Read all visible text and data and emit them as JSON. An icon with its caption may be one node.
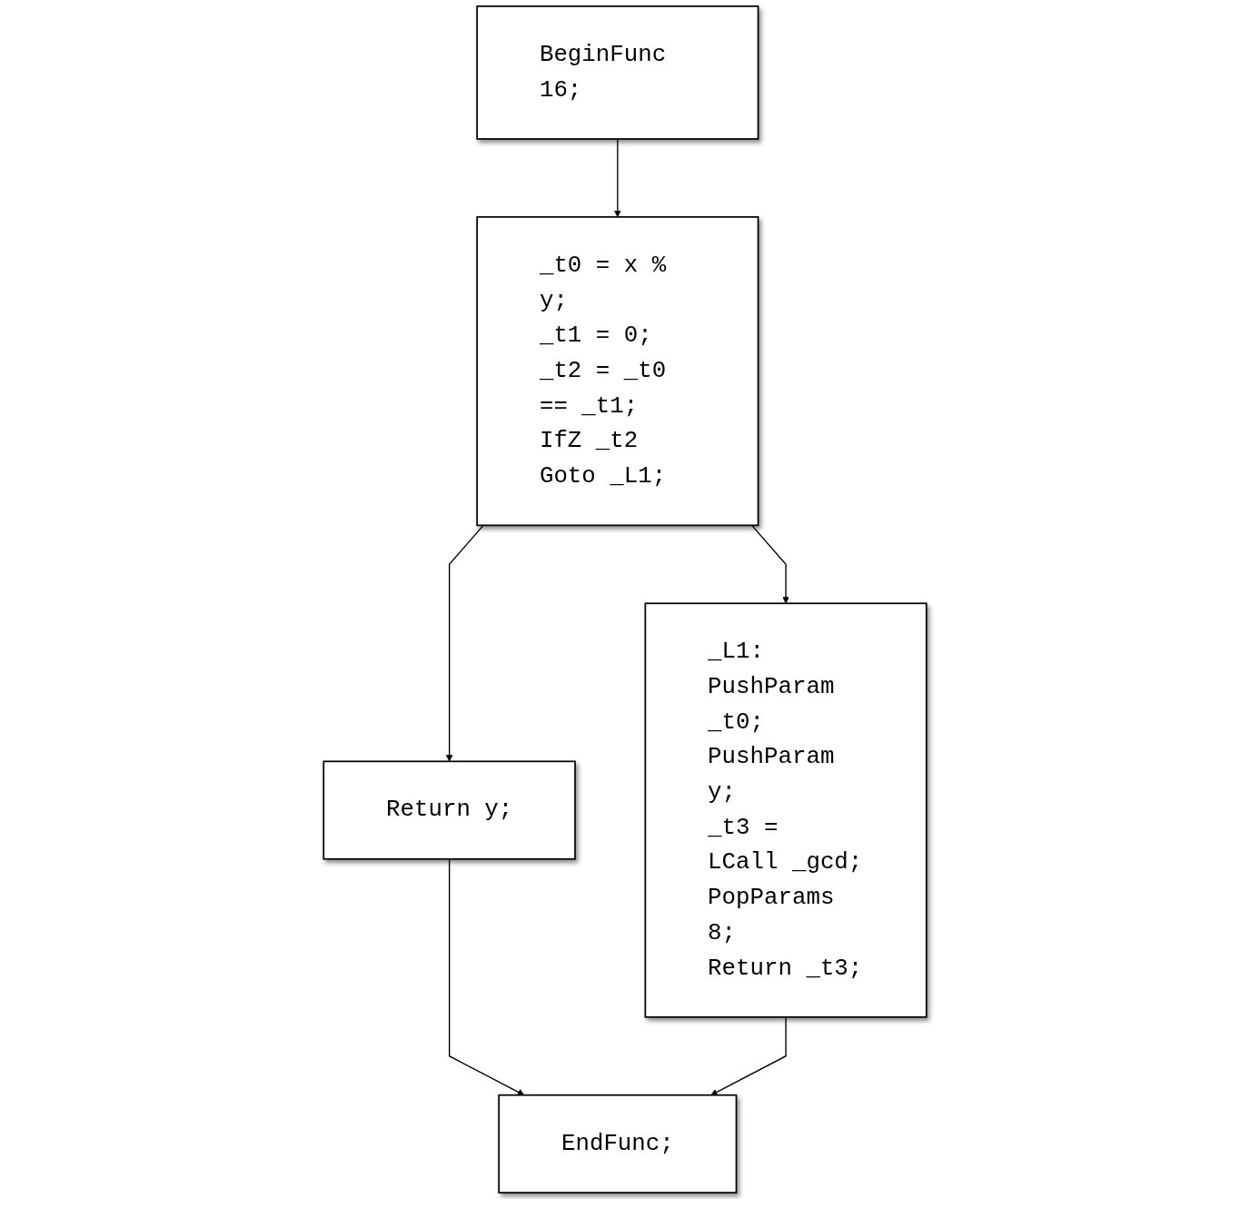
{
  "diagram": {
    "nodes": [
      {
        "text": [
          "BeginFunc 16;"
        ]
      },
      {
        "text": [
          "_t0 = x % y;",
          "_t1 = 0;",
          "_t2 = _t0 == _t1;",
          "IfZ _t2 Goto _L1;"
        ]
      },
      {
        "text": [
          "Return y;"
        ]
      },
      {
        "text": [
          "_L1:",
          "PushParam _t0;",
          "PushParam y;",
          "_t3 = LCall _gcd;",
          "PopParams 8;",
          "Return _t3;"
        ]
      },
      {
        "text": [
          "EndFunc;"
        ]
      }
    ],
    "edges": [
      {
        "from": 0,
        "to": 1,
        "arrow": "to"
      },
      {
        "from": 1,
        "to": 2,
        "arrow": "to"
      },
      {
        "from": 1,
        "to": 3,
        "arrow": "to"
      },
      {
        "from": 2,
        "to": 4,
        "arrow": "to"
      },
      {
        "from": 3,
        "to": 4,
        "arrow": "to"
      }
    ]
  }
}
